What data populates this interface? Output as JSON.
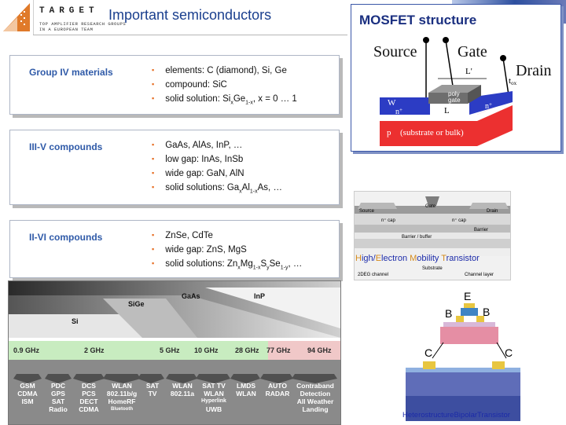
{
  "header": {
    "logo_word": "TARGET",
    "logo_sub_1": "TOP AMPLIFIER RESEARCH GROUPS",
    "logo_sub_2": "IN A EUROPEAN TEAM",
    "title": "Important semiconductors"
  },
  "groups": [
    {
      "title": "Group IV materials",
      "items": [
        "elements: C (diamond), Si, Ge",
        "compound: SiC",
        "solid solution: Si",
        "x",
        "Ge",
        "1-x",
        ", x = 0 … 1"
      ]
    },
    {
      "title": "III-V compounds",
      "items": [
        "GaAs, AlAs, InP, …",
        "low gap: InAs, InSb",
        "wide gap: GaN, AlN",
        "solid solutions: Ga",
        "x",
        "Al",
        "1-x",
        "As, …"
      ]
    },
    {
      "title": "II-VI compounds",
      "items": [
        "ZnSe, CdTe",
        "wide gap: ZnS, MgS",
        "solid solutions: Zn",
        "x",
        "Mg",
        "1-x",
        "S",
        "y",
        "Se",
        "1-y",
        ", …"
      ]
    }
  ],
  "mosfet": {
    "title": "MOSFET structure",
    "source": "Source",
    "gate": "Gate",
    "drain": "Drain",
    "l_prime": "L'",
    "t_ox": "t",
    "t_ox_sub": "ox",
    "w": "W",
    "poly": "poly",
    "gate_small": "gate",
    "n_left": "n",
    "n_right": "n",
    "plus": "+",
    "l": "L",
    "p": "p",
    "substrate": "(substrate or bulk)"
  },
  "hemt": {
    "gate": "Gate",
    "source": "Source",
    "drain": "Drain",
    "ncap1": "n⁺ cap",
    "ncap2": "n⁺ cap",
    "barrier": "Barrier",
    "buffer": "Barrier / buffer",
    "substrate": "Substrate",
    "deg": "2DEG channel",
    "chan": "Channel layer",
    "cap_h": "H",
    "cap_h_rest": "igh/",
    "cap_e": "E",
    "cap_e_rest": "lectron ",
    "cap_m": "M",
    "cap_m_rest": "obility ",
    "cap_t": "T",
    "cap_t_rest": "ransistor"
  },
  "hbt": {
    "e": "E",
    "b1": "B",
    "b2": "B",
    "c1": "C",
    "c2": "C",
    "caption": "HeterostructureBipolarTransistor"
  },
  "freq_chart": {
    "materials": [
      "SiGe",
      "GaAs",
      "InP",
      "Si"
    ],
    "frequencies": [
      "0.9 GHz",
      "2 GHz",
      "5 GHz",
      "10 GHz",
      "28 GHz",
      "77 GHz",
      "94 GHz"
    ],
    "applications": [
      [
        "GSM",
        "CDMA",
        "ISM"
      ],
      [
        "PDC",
        "GPS",
        "SAT",
        "Radio"
      ],
      [
        "DCS",
        "PCS",
        "DECT",
        "CDMA"
      ],
      [
        "WLAN",
        "802.11b/g",
        "HomeRF",
        "Bluetooth"
      ],
      [
        "SAT",
        "TV"
      ],
      [
        "WLAN",
        "802.11a"
      ],
      [
        "SAT TV",
        "WLAN",
        "Hyperlink",
        "UWB"
      ],
      [
        "LMDS",
        "WLAN"
      ],
      [
        "AUTO",
        "RADAR"
      ],
      [
        "Contraband",
        "Detection",
        "All Weather",
        "Landing"
      ]
    ]
  },
  "colors": {
    "accent_blue": "#2f5aa8",
    "title_blue": "#1a3f8e",
    "bullet_orange": "#e66a1e",
    "freq_strip": "#c8ecc0"
  }
}
